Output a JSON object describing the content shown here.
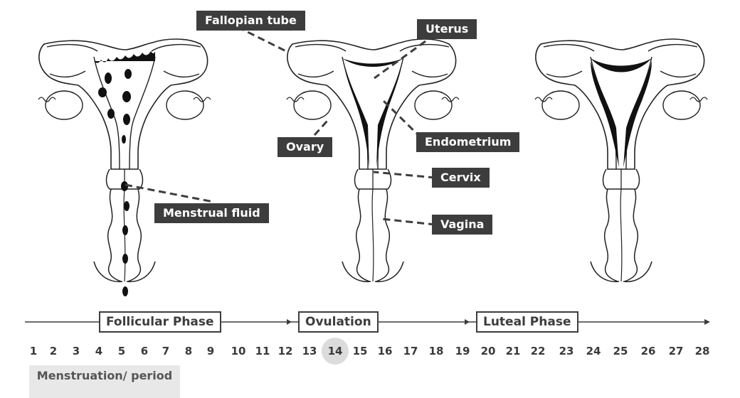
{
  "labels": {
    "fallopian_tube": "Fallopian tube",
    "uterus": "Uterus",
    "ovary": "Ovary",
    "endometrium": "Endometrium",
    "cervix": "Cervix",
    "vagina": "Vagina",
    "menstrual_fluid": "Menstrual fluid"
  },
  "phases": {
    "follicular": "Follicular Phase",
    "ovulation": "Ovulation",
    "luteal": "Luteal Phase"
  },
  "days": [
    "1",
    "2",
    "3",
    "4",
    "5",
    "6",
    "7",
    "8",
    "9",
    "10",
    "11",
    "12",
    "13",
    "14",
    "15",
    "16",
    "17",
    "18",
    "19",
    "20",
    "21",
    "22",
    "23",
    "24",
    "25",
    "26",
    "27",
    "28"
  ],
  "highlighted_day": "14",
  "menstruation_label": "Menstruation/ period",
  "colors": {
    "label_bg": "#3d3d3d",
    "label_text": "#ffffff",
    "highlight": "#dcdcdc",
    "period_bg": "#e8e8e8"
  }
}
